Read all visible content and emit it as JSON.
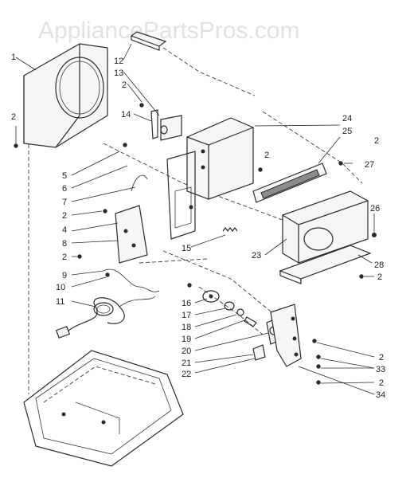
{
  "watermark": "AppliancePartsPros.com",
  "labels": {
    "l1": "1",
    "l2a": "2",
    "l12": "12",
    "l13": "13",
    "l2b": "2",
    "l14": "14",
    "l24": "24",
    "l25": "25",
    "l2c": "2",
    "l2d": "2",
    "l27": "27",
    "l5": "5",
    "l6": "6",
    "l7": "7",
    "l2e": "2",
    "l4": "4",
    "l8": "8",
    "l2f": "2",
    "l26": "26",
    "l15": "15",
    "l23": "23",
    "l28": "28",
    "l2g": "2",
    "l9": "9",
    "l10": "10",
    "l11": "11",
    "l16": "16",
    "l17": "17",
    "l18": "18",
    "l19": "19",
    "l20": "20",
    "l21": "21",
    "l22": "22",
    "l2h": "2",
    "l33": "33",
    "l2i": "2",
    "l34": "34"
  }
}
